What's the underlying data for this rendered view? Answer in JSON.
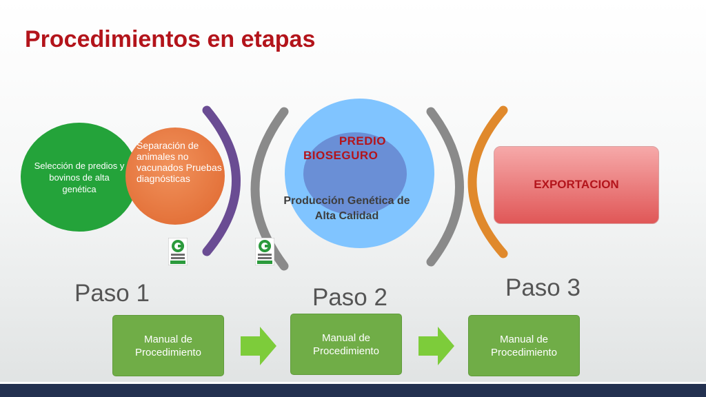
{
  "title": "Procedimientos en etapas",
  "stage_green": "Selección de predios y bovinos de alta genética",
  "stage_orange": "Separación de animales no vacunados Pruebas diagnósticas",
  "predio_line1": "PREDIO",
  "predio_line2": "BIOSEGURO",
  "produccion": "Producción Genética de Alta Calidad",
  "exportacion": "EXPORTACION",
  "paso1": "Paso 1",
  "paso2": "Paso 2",
  "paso3": "Paso 3",
  "manuales": [
    "Manual de Procedimiento",
    "Manual de Procedimiento",
    "Manual de Procedimiento"
  ],
  "colors": {
    "title": "#b3141b",
    "green_circle": "#24a33a",
    "orange_circle": "#e4733b",
    "blue_circle": "#80c4ff",
    "purple_arc": "#6a4c93",
    "grey_arc": "#8a8a8a",
    "orange_arc": "#e0892c",
    "manual_box": "#70ad47",
    "footer": "#233150"
  },
  "icons": [
    "seal-logo-icon",
    "seal-logo-icon",
    "right-arrow-icon",
    "right-arrow-icon"
  ]
}
